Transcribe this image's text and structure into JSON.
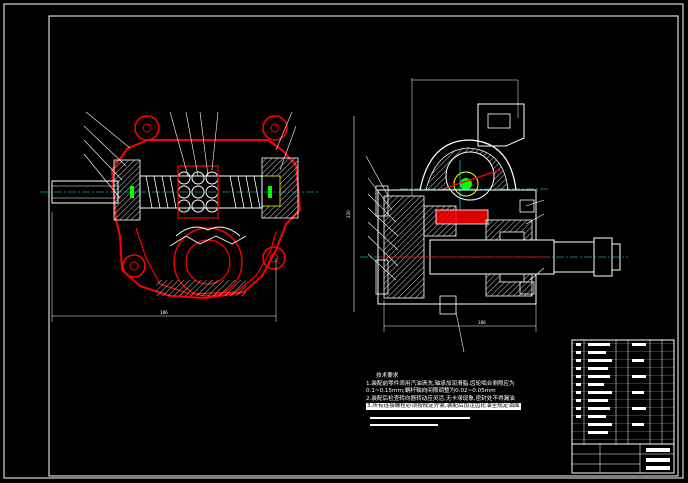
{
  "drawing": {
    "colors": {
      "background": "#000000",
      "frame": "#ffffff",
      "section": "#ff0000",
      "hatch": "#ffffff",
      "centerline": "#00ffff",
      "thread": "#ffff00",
      "accent": "#00ff00",
      "highlight": "#ff00ff"
    },
    "dimensions": {
      "overall_left": "186",
      "overall_right": "186",
      "height_right": "230"
    },
    "notes": {
      "title": "技术要求",
      "lines": [
        "1.装配前零件须用汽油清洗,轴承加润滑脂,齿轮啮合侧隙应为",
        "0.1~0.15mm;蜗杆轴向间隙调整为0.02~0.05mm",
        "2.装配后检查转向器转动应灵活,无卡滞现象,密封处不得漏油",
        "3.所有连接螺栓必须按规定拧紧,装配后加注齿轮油至规定油面"
      ]
    }
  }
}
